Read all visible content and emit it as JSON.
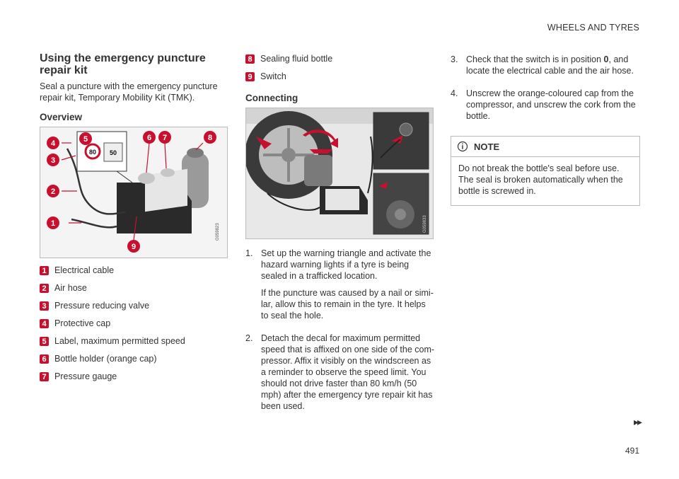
{
  "header": {
    "section": "WHEELS AND TYRES"
  },
  "left": {
    "title": "Using the emergency puncture repair kit",
    "intro": "Seal a puncture with the emergency puncture repair kit, Temporary Mobility Kit (TMK).",
    "overview_heading": "Overview",
    "figure_code": "G059823",
    "callouts": [
      "1",
      "2",
      "3",
      "4",
      "5",
      "6",
      "7",
      "8",
      "9"
    ],
    "label_speed_a": "80",
    "label_speed_b": "50",
    "legend": [
      {
        "num": "1",
        "text": "Electrical cable"
      },
      {
        "num": "2",
        "text": "Air hose"
      },
      {
        "num": "3",
        "text": "Pressure reducing valve"
      },
      {
        "num": "4",
        "text": "Protective cap"
      },
      {
        "num": "5",
        "text": "Label, maximum permitted speed"
      },
      {
        "num": "6",
        "text": "Bottle holder (orange cap)"
      },
      {
        "num": "7",
        "text": "Pressure gauge"
      }
    ]
  },
  "middle": {
    "legend": [
      {
        "num": "8",
        "text": "Sealing fluid bottle"
      },
      {
        "num": "9",
        "text": "Switch"
      }
    ],
    "connecting_heading": "Connecting",
    "figure_code": "G059833",
    "steps": [
      {
        "num": "1.",
        "text": "Set up the warning triangle and activate the hazard warning lights if a tyre is being sealed in a trafficked location.",
        "extra": "If the puncture was caused by a nail or simi-lar, allow this to remain in the tyre. It helps to seal the hole."
      },
      {
        "num": "2.",
        "text": "Detach the decal for maximum permitted speed that is affixed on one side of the com-pressor. Affix it visibly on the windscreen as a reminder to observe the speed limit. You should not drive faster than 80 km/h (50 mph) after the emergency tyre repair kit has been used."
      }
    ]
  },
  "right": {
    "steps": [
      {
        "num": "3.",
        "text_pre": "Check that the switch is in position ",
        "text_bold": "0",
        "text_post": ", and locate the electrical cable and the air hose."
      },
      {
        "num": "4.",
        "text": "Unscrew the orange-coloured cap from the compressor, and unscrew the cork from the bottle."
      }
    ],
    "note": {
      "heading": "NOTE",
      "body": "Do not break the bottle's seal before use. The seal is broken automatically when the bottle is screwed in."
    }
  },
  "footer": {
    "next_arrows": "▸▸",
    "page_number": "491"
  },
  "colors": {
    "accent": "#c8102e",
    "text": "#333333",
    "border": "#bbbbbb"
  }
}
